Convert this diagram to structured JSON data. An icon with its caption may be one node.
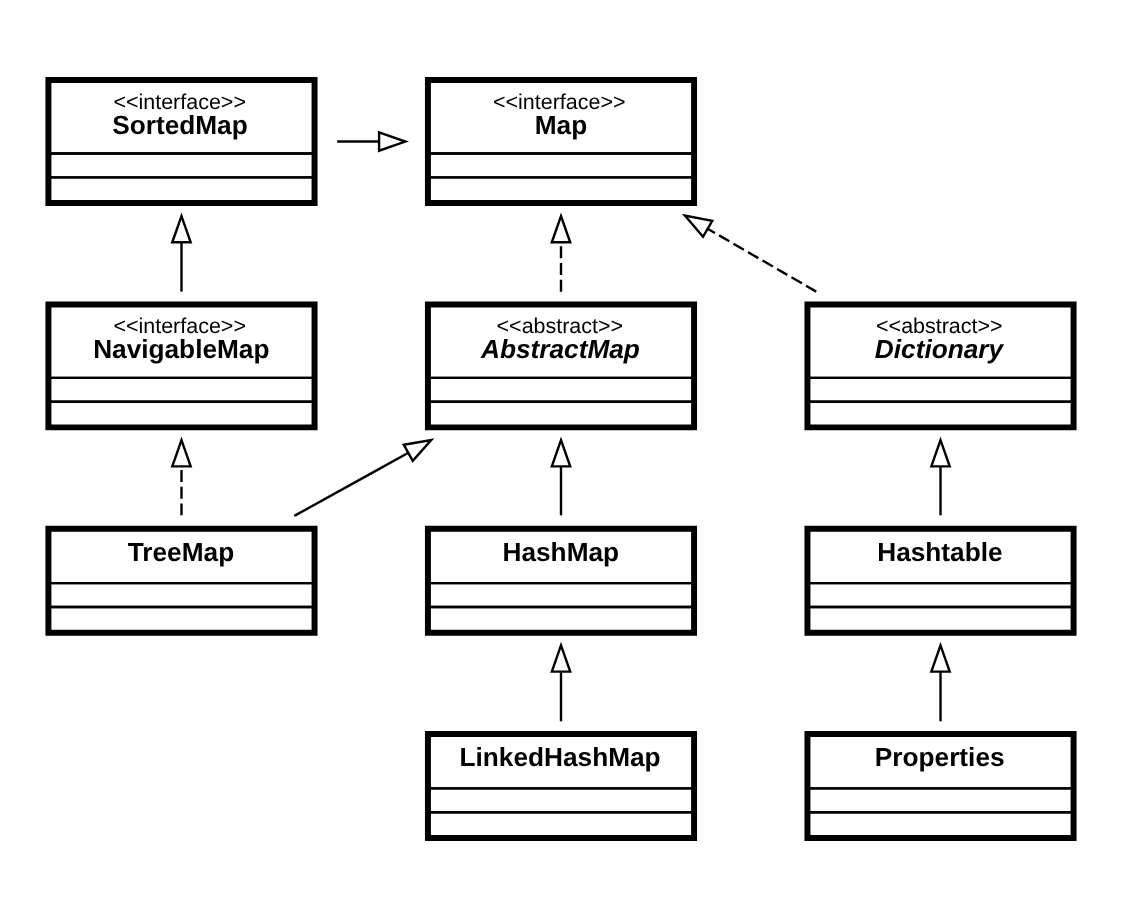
{
  "diagram": {
    "nodes": [
      {
        "text": [
          "<<interface>>",
          "Map"
        ]
      },
      {
        "text": [
          "<<interface>>",
          "SortedMap"
        ]
      },
      {
        "text": [
          "<<abstract>>",
          "Dictionary"
        ]
      },
      {
        "text": [
          "<<abstract>>",
          "AbstractMap"
        ]
      },
      {
        "text": [
          "<<interface>>",
          "NavigableMap"
        ]
      },
      {
        "text": [
          "Hashtable"
        ]
      },
      {
        "text": [
          "HashMap"
        ]
      },
      {
        "text": [
          "TreeMap"
        ]
      },
      {
        "text": [
          "Properties"
        ]
      },
      {
        "text": [
          "LinkedHashMap"
        ]
      }
    ],
    "edges": [
      {
        "from": 1,
        "to": 0,
        "arrow": "to"
      },
      {
        "from": 2,
        "to": 0,
        "arrow": "to",
        "style": "dashed"
      },
      {
        "from": 3,
        "to": 0,
        "arrow": "to",
        "style": "dashed"
      },
      {
        "from": 4,
        "to": 1,
        "arrow": "to"
      },
      {
        "from": 5,
        "to": 2,
        "arrow": "to"
      },
      {
        "from": 6,
        "to": 3,
        "arrow": "to"
      },
      {
        "from": 7,
        "to": 3,
        "arrow": "to"
      },
      {
        "from": 7,
        "to": 4,
        "arrow": "to",
        "style": "dashed"
      },
      {
        "from": 8,
        "to": 5,
        "arrow": "to"
      },
      {
        "from": 9,
        "to": 6,
        "arrow": "to"
      }
    ]
  }
}
